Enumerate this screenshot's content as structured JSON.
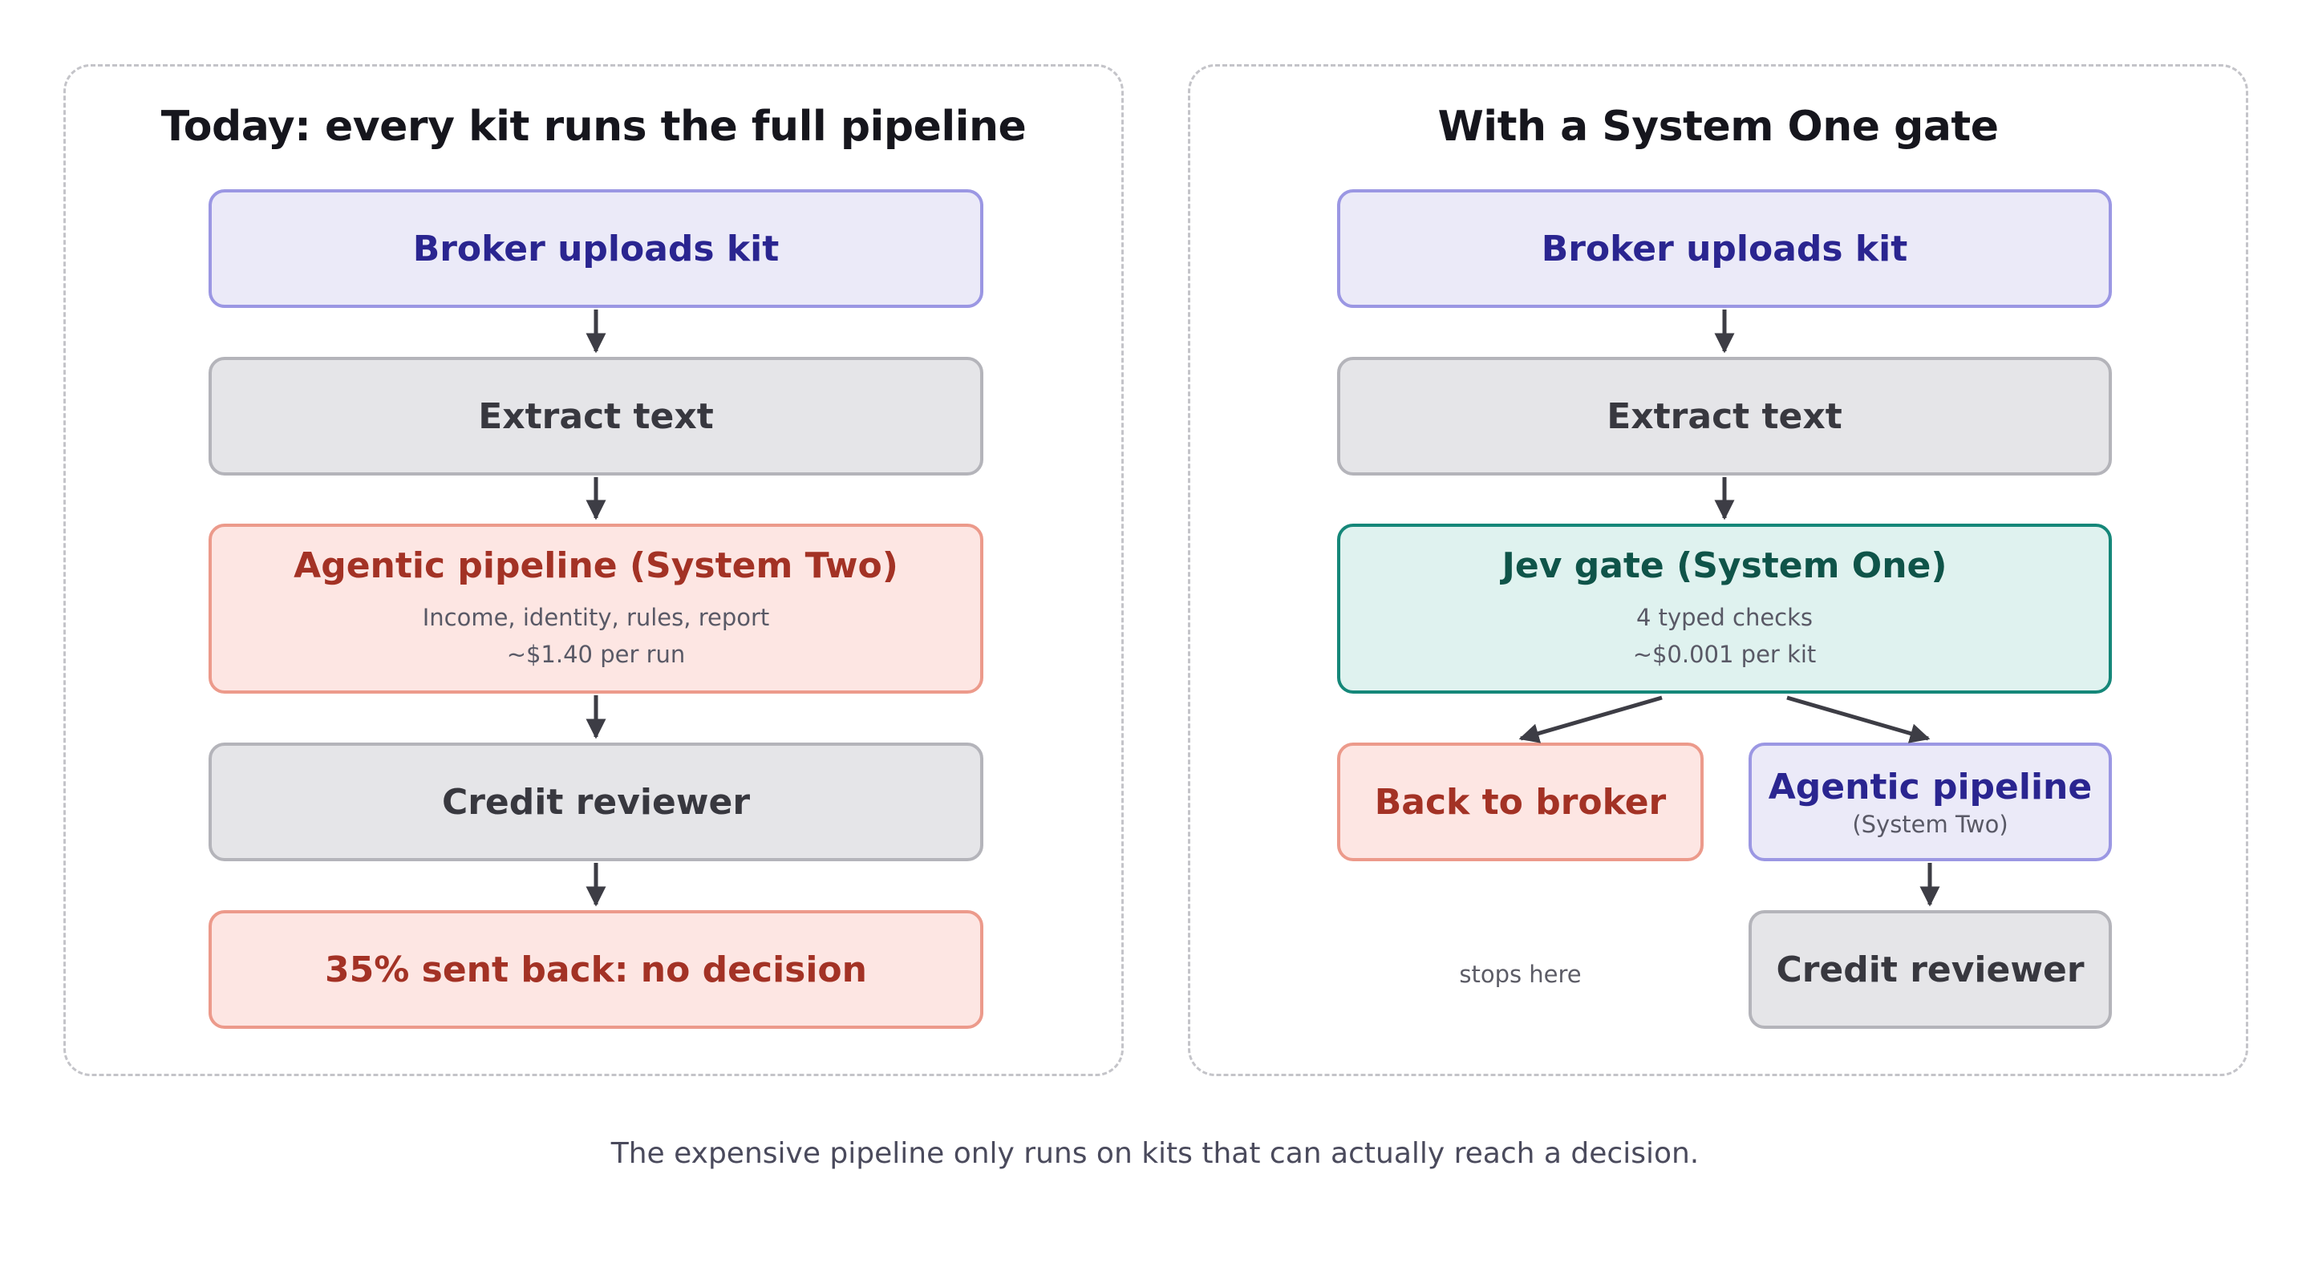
{
  "left_panel": {
    "title": "Today: every kit runs the full pipeline",
    "upload": "Broker uploads kit",
    "extract": "Extract text",
    "agentic": {
      "label": "Agentic pipeline (System Two)",
      "line1": "Income, identity, rules, report",
      "line2": "~$1.40 per run"
    },
    "reviewer": "Credit reviewer",
    "outcome": "35% sent back: no decision"
  },
  "right_panel": {
    "title": "With a System One gate",
    "upload": "Broker uploads kit",
    "extract": "Extract text",
    "gate": {
      "label": "Jev gate (System One)",
      "line1": "4 typed checks",
      "line2": "~$0.001 per kit"
    },
    "back": "Back to broker",
    "back_note": "stops here",
    "agentic": {
      "label": "Agentic pipeline",
      "sub": "(System Two)"
    },
    "reviewer": "Credit reviewer"
  },
  "caption": "The expensive pipeline only runs on kits that can actually reach a decision.",
  "colors": {
    "purple_fill": "#ebeaf8",
    "purple_border": "#9b97e3",
    "gray_fill": "#e5e5e8",
    "gray_border": "#b4b4ba",
    "red_fill": "#fde6e3",
    "red_border": "#ec9a8b",
    "teal_fill": "#dff2ef",
    "teal_border": "#158779",
    "arrow": "#3d3d45"
  }
}
